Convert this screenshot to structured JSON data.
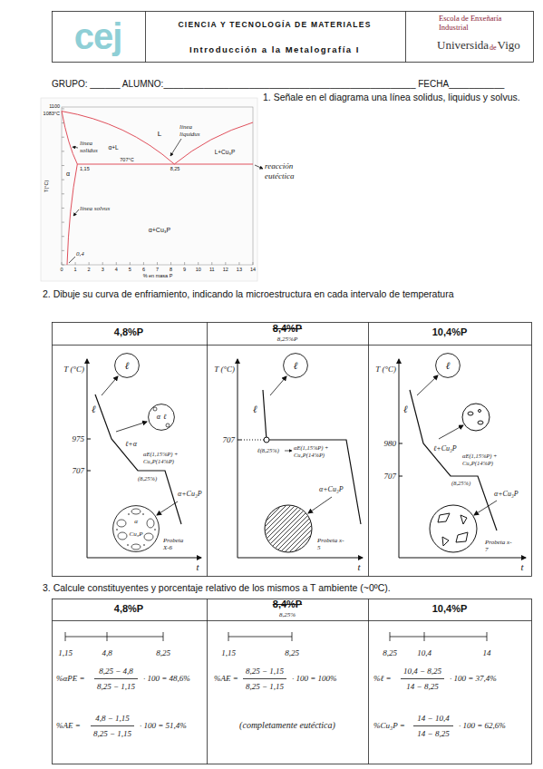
{
  "diagram": {
    "nodes": [
      {
        "text": [
          "ℓ"
        ]
      },
      {
        "text": [
          "α",
          "ℓ"
        ]
      },
      {
        "text": [
          "α",
          "Cu₃P"
        ]
      },
      {
        "text": [
          "ℓ"
        ]
      },
      {
        "text": [
          "ℓ"
        ]
      }
    ],
    "labels": [
      "cej",
      "CIENCIA Y TECNOLOGÍA DE MATERIALES",
      "Introducción a la Metalografía I",
      "Escola de Enxeñaría Industrial",
      "Universida",
      "de",
      "Vigo",
      "GRUPO: ______ ALUMNO:__________________________________________________ FECHA___________",
      "1. Señale en el diagrama una línea solidus, liquidus y solvus.",
      "1100",
      "1083°C",
      "0",
      "1",
      "2",
      "3",
      "4",
      "5",
      "6",
      "7",
      "8",
      "9",
      "10",
      "11",
      "12",
      "13",
      "14",
      "% en masa P",
      "T(°C)",
      "L",
      "α+L",
      "línea solidus",
      "línea liquidus",
      "L+Cu₃P",
      "α",
      "707°C",
      "1,15",
      "8,25",
      "reacción eutéctica",
      "línea solvus",
      "α+Cu₃P",
      "0,4",
      "2. Dibuje su curva de enfriamiento, indicando la microestructura en cada intervalo de temperatura",
      "4,8%P",
      "8,4%P",
      "8,25%P",
      "10,4%P",
      "T (°C)",
      "975",
      "707",
      "ℓ",
      "ℓ+α",
      "αE(1,15%P) + Cu₃P(14%P)",
      "(8,25%)",
      "α+Cu₃P",
      "Probeta X-6",
      "t",
      "T (°C)",
      "707",
      "ℓ",
      "ℓ(8,25%)",
      "αE(1,15%P) + Cu₃P(14%P)",
      "α+Cu₃P",
      "Probeta x-5",
      "t",
      "T (°C)",
      "980",
      "707",
      "ℓ",
      "ℓ+Cu₃P",
      "αE(1,15%P) + Cu₃P(14%P)",
      "(8,25%)",
      "α+Cu₃P",
      "Probeta x-7",
      "t",
      "3. Calcule constituyentes y porcentaje relativo de los mismos a T ambiente (~0ºC).",
      "4,8%P",
      "8,4%P",
      "8,25%",
      "10,4%P",
      "1,15",
      "4,8",
      "8,25",
      "%αPE =",
      "8,25 − 4,8",
      "8,25 − 1,15",
      "· 100 = 48,6%",
      "%AE =",
      "4,8 − 1,15",
      "8,25 − 1,15",
      "· 100 = 51,4%",
      "1,15",
      "8,25",
      "%AE =",
      "8,25 − 1,15",
      "8,25 − 1,15",
      "· 100 = 100%",
      "(completamente eutéctica)",
      "8,25",
      "10,4",
      "14",
      "%ℓ =",
      "10,4 − 8,25",
      "14 − 8,25",
      "· 100 = 37,4%",
      "%Cu₃P =",
      "14 − 10,4",
      "14 − 8,25",
      "· 100 = 62,6%"
    ]
  }
}
